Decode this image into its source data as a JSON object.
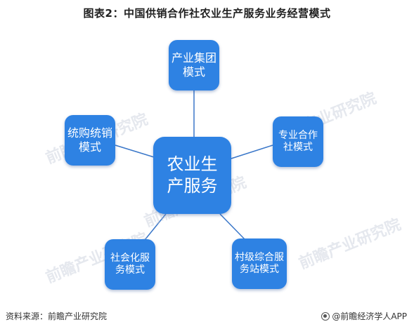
{
  "title": "图表2：中国供销合作社农业生产服务业务经营模式",
  "diagram": {
    "center": "农业生产服务",
    "nodes": {
      "top": "产业集团模式",
      "left": "统购统销模式",
      "right": "专业合作社模式",
      "bottom_left": "社会化服务模式",
      "bottom_right": "村级综合服务站模式"
    },
    "colors": {
      "node": "#2e82e3",
      "line": "#3a77c9"
    }
  },
  "watermark": {
    "text": "前瞻产业研究院"
  },
  "footer": {
    "source": "资料来源：前瞻产业研究院",
    "brand": "@前瞻经济学人APP"
  }
}
